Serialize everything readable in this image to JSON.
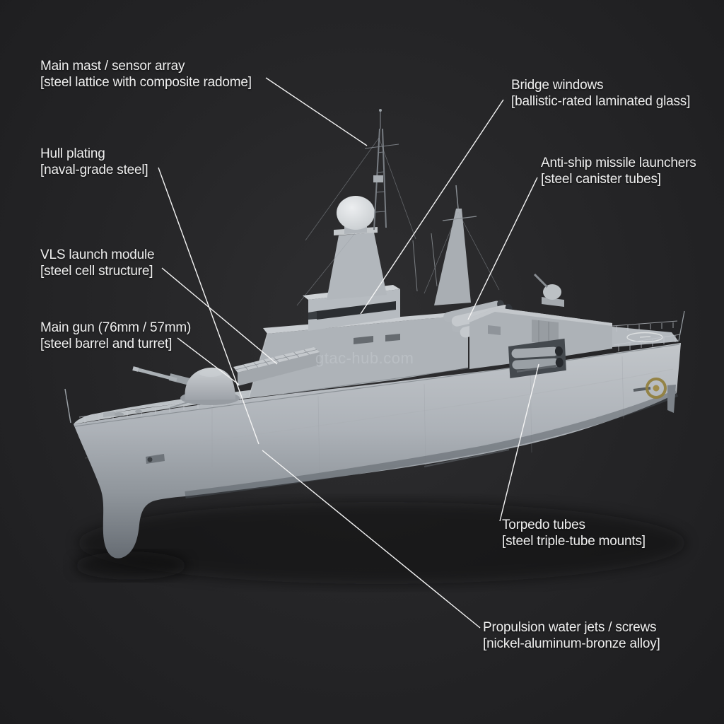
{
  "watermark": "gtac-hub.com",
  "colors": {
    "background": "#262628",
    "label_text": "#efefef",
    "leader_line": "#f4f4f4",
    "hull_gray": "#aaafb5",
    "propeller_bronze": "#91803f"
  },
  "labels": [
    {
      "title": "Main mast / sensor array",
      "subtitle": "[steel lattice with composite radome]"
    },
    {
      "title": "Bridge windows",
      "subtitle": "[ballistic-rated laminated glass]"
    },
    {
      "title": "Hull plating",
      "subtitle": "[naval-grade steel]"
    },
    {
      "title": "Anti-ship missile launchers",
      "subtitle": "[steel canister tubes]"
    },
    {
      "title": "VLS launch module",
      "subtitle": "[steel cell structure]"
    },
    {
      "title": "Main gun (76mm / 57mm)",
      "subtitle": "[steel barrel and turret]"
    },
    {
      "title": "Torpedo tubes",
      "subtitle": "[steel triple-tube mounts]"
    },
    {
      "title": "Propulsion water jets / screws",
      "subtitle": "[nickel-aluminum-bronze alloy]"
    }
  ]
}
